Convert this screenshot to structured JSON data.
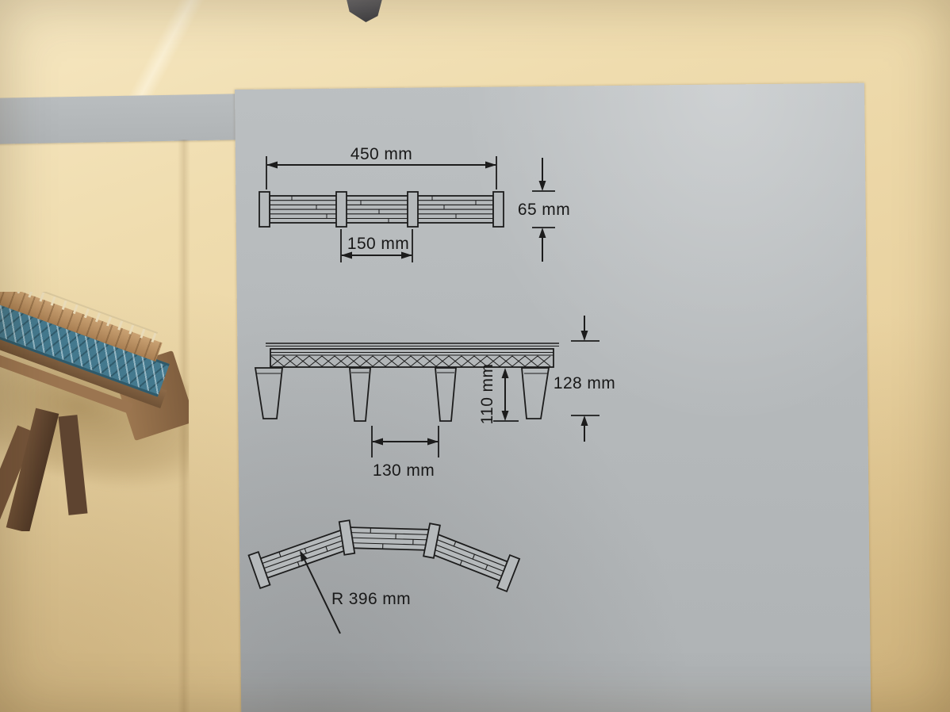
{
  "scene": {
    "paper_color": "#e9d2a0",
    "panel_color": "#b5b9bb",
    "ink_color": "#1c1c1c",
    "photo_truss_color": "#44798e",
    "photo_wood_color": "#a87e52"
  },
  "diagrams": {
    "top_view_straight": {
      "length": "450 mm",
      "width": "65 mm",
      "tie_spacing": "150 mm"
    },
    "side_elevation": {
      "total_height": "128 mm",
      "clear_height": "110 mm",
      "pier_spacing": "130 mm"
    },
    "top_view_curved": {
      "radius": "R 396 mm"
    }
  }
}
